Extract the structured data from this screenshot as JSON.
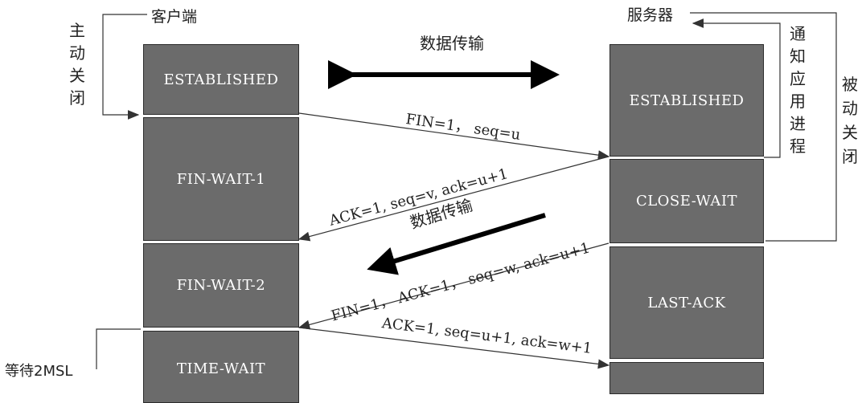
{
  "client": {
    "title": "客户端",
    "active_close": "主动关闭",
    "states": [
      "ESTABLISHED",
      "FIN-WAIT-1",
      "FIN-WAIT-2",
      "TIME-WAIT"
    ],
    "wait_label": "等待2MSL"
  },
  "server": {
    "title": "服务器",
    "notify": "通知应用进程",
    "passive_close": "被动关闭",
    "states": [
      "ESTABLISHED",
      "CLOSE-WAIT",
      "LAST-ACK"
    ]
  },
  "data_transfer": "数据传输",
  "half_transfer": "数据传输",
  "messages": {
    "fin1": "FIN=1， seq=u",
    "ack1": "ACK=1, seq=v, ack=u+1",
    "fin2": "FIN=1， ACK=1， seq=w, ack=u+1",
    "ack2": "ACK=1, seq=u+1, ack=w+1"
  },
  "colors": {
    "box_fill": "#6b6b6b",
    "line": "#333333"
  }
}
